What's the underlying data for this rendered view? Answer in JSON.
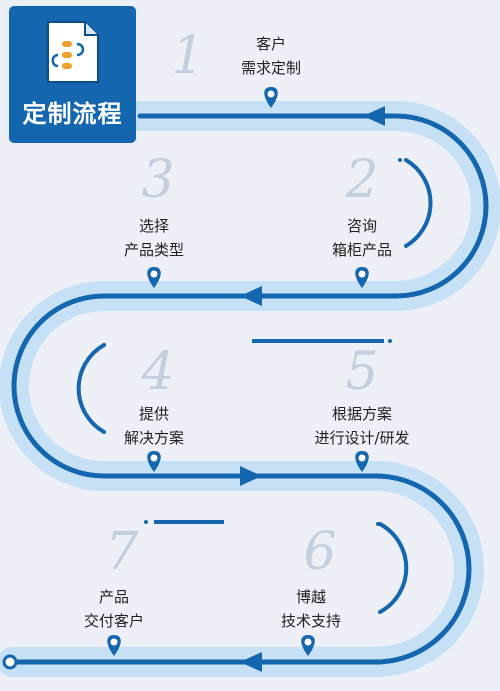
{
  "header": {
    "title": "定制流程",
    "icon": "process-document-icon"
  },
  "steps": [
    {
      "number": "1",
      "line1": "客户",
      "line2": "需求定制"
    },
    {
      "number": "2",
      "line1": "咨询",
      "line2": "箱柜产品"
    },
    {
      "number": "3",
      "line1": "选择",
      "line2": "产品类型"
    },
    {
      "number": "4",
      "line1": "提供",
      "line2": "解决方案"
    },
    {
      "number": "5",
      "line1": "根据方案",
      "line2": "进行设计/研发"
    },
    {
      "number": "6",
      "line1": "博越",
      "line2": "技术支持"
    },
    {
      "number": "7",
      "line1": "产品",
      "line2": "交付客户"
    }
  ],
  "colors": {
    "primary": "#1466ae",
    "path_glow": "#c6e1f6",
    "number": "#c4cedd",
    "background": "#eef0f7"
  }
}
